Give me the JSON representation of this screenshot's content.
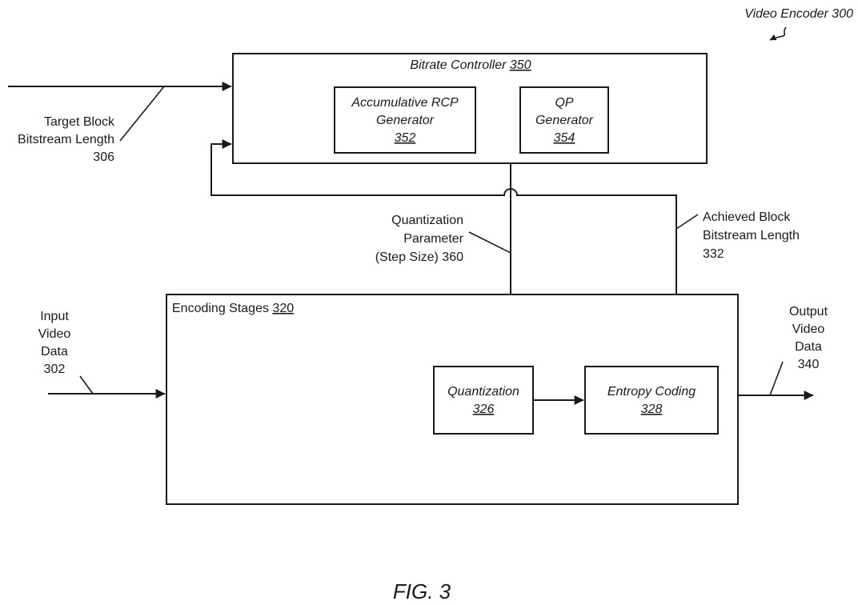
{
  "encoder_label": "Video Encoder 300",
  "bitrate_controller": {
    "name": "Bitrate Controller ",
    "ref": "350"
  },
  "rcp_generator": {
    "line1": "Accumulative RCP",
    "line2": "Generator",
    "ref": "352"
  },
  "qp_generator": {
    "line1": "QP",
    "line2": "Generator",
    "ref": "354"
  },
  "encoding_stages": {
    "name": "Encoding Stages ",
    "ref": "320"
  },
  "quantization": {
    "name": "Quantization",
    "ref": "326"
  },
  "entropy_coding": {
    "name": "Entropy Coding",
    "ref": "328"
  },
  "target_length": {
    "line1": "Target Block",
    "line2": "Bitstream Length",
    "line3": "306"
  },
  "quant_param": {
    "line1": "Quantization",
    "line2": "Parameter",
    "line3": "(Step Size) 360"
  },
  "achieved_length": {
    "line1": "Achieved Block",
    "line2": "Bitstream Length",
    "line3": "332"
  },
  "input_video": {
    "line1": "Input",
    "line2": "Video",
    "line3": "Data",
    "line4": "302"
  },
  "output_video": {
    "line1": "Output",
    "line2": "Video",
    "line3": "Data",
    "line4": "340"
  },
  "figure_caption": "FIG. 3"
}
